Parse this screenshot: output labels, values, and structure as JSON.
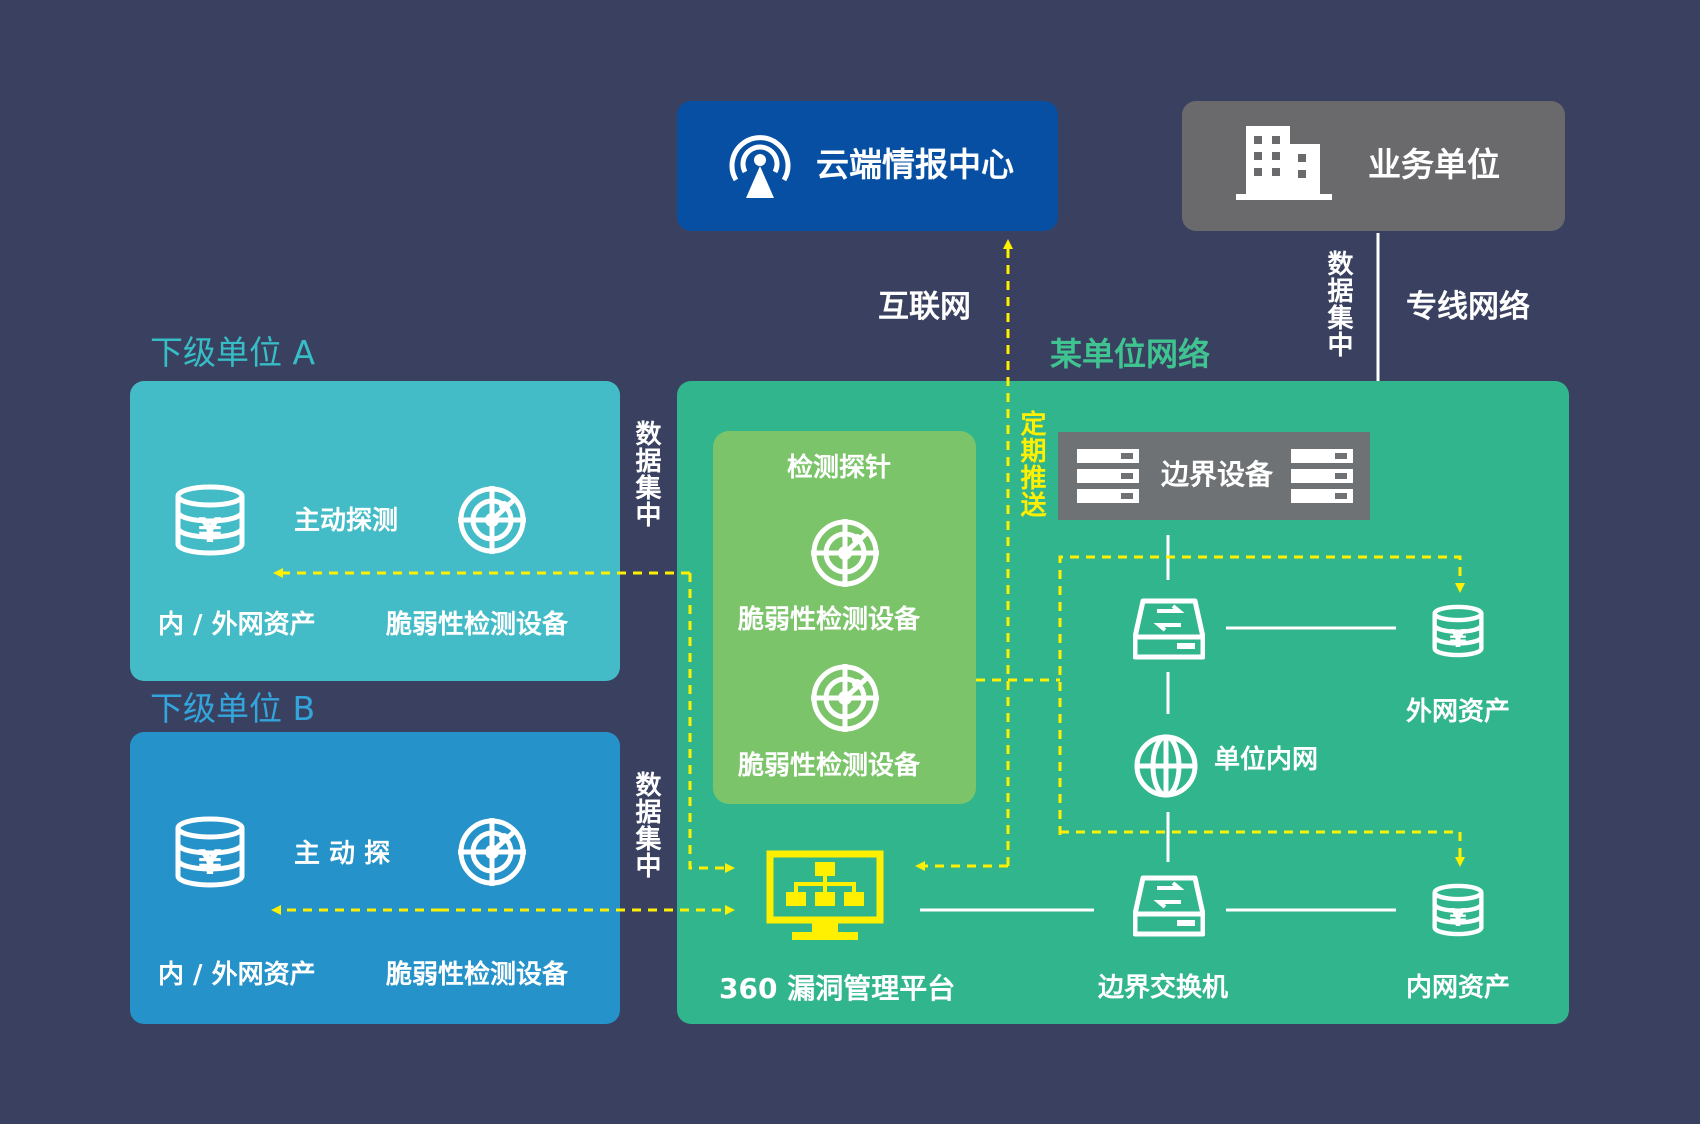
{
  "colors": {
    "background": "#3a4160",
    "unit_a_panel": "#43bcc8",
    "unit_b_panel": "#2592c9",
    "main_network_panel": "#31b58c",
    "probe_panel": "#7bc46a",
    "cloud_box": "#064fa3",
    "business_box": "#6a6a6c",
    "border_device_box": "#6f7274",
    "teal_title": "#36bdc5",
    "cyan_title": "#32a6dc",
    "green_title": "#3fc491",
    "dashed_arrow": "#ffef00",
    "platform_icon": "#ffef00"
  },
  "top": {
    "cloud_label": "云端情报中心",
    "business_label": "业务单位",
    "internet_label": "互联网",
    "dedicated_line_label": "专线网络",
    "data_collect_label": "数据集中"
  },
  "unit_a": {
    "title": "下级单位 A",
    "probe_label": "主动探测",
    "asset_label": "内 / 外网资产",
    "device_label": "脆弱性检测设备",
    "data_collect_label": "数据集中"
  },
  "unit_b": {
    "title": "下级单位 B",
    "probe_label": "主 动 探",
    "asset_label": "内 / 外网资产",
    "device_label": "脆弱性检测设备",
    "data_collect_label": "数据集中"
  },
  "main_network": {
    "title": "某单位网络",
    "push_label": "定期推送",
    "probe_box": {
      "title": "检测探针",
      "device1_label": "脆弱性检测设备",
      "device2_label": "脆弱性检测设备"
    },
    "border_device_label": "边界设备",
    "external_asset_label": "外网资产",
    "intranet_label": "单位内网",
    "platform_label": "360 漏洞管理平台",
    "border_switch_label": "边界交换机",
    "internal_asset_label": "内网资产"
  },
  "icons": {
    "cloud": "radar-tower-icon",
    "business": "building-icon",
    "asset": "database-yen-icon",
    "scanner": "radar-scan-icon",
    "server": "server-rack-icon",
    "switch": "network-switch-icon",
    "globe": "globe-icon",
    "platform": "monitor-network-icon"
  }
}
